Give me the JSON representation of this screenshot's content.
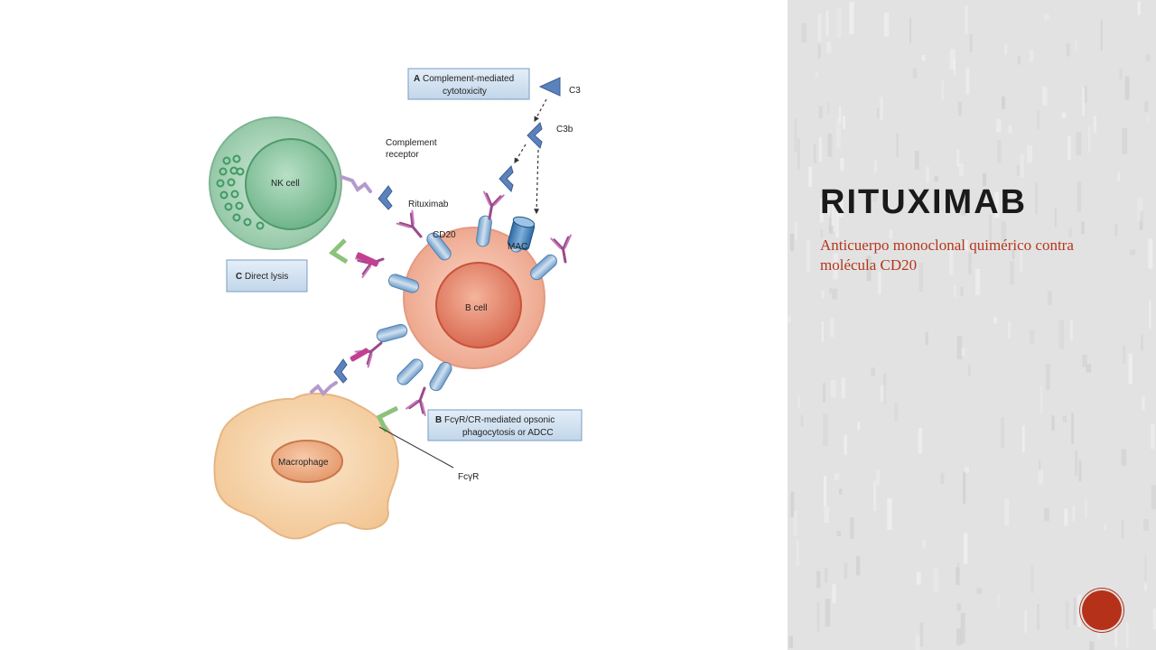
{
  "slide": {
    "title": "Rituximab",
    "subtitle": "Anticuerpo monoclonal quimérico contra molécula CD20"
  },
  "diagram": {
    "box_a": {
      "letter": "A",
      "line1": "Complement-mediated",
      "line2": "cytotoxicity"
    },
    "box_b": {
      "letter": "B",
      "line1": "FcγR/CR-mediated opsonic",
      "line2": "phagocytosis or ADCC"
    },
    "box_c": {
      "letter": "C",
      "line1": "Direct lysis"
    },
    "labels": {
      "c3": "C3",
      "c3b": "C3b",
      "complement_receptor_1": "Complement",
      "complement_receptor_2": "receptor",
      "rituximab": "Rituximab",
      "cd20": "CD20",
      "mac": "MAC",
      "nk_cell": "NK cell",
      "b_cell": "B cell",
      "macrophage": "Macrophage",
      "fcgr": "FcγR"
    }
  },
  "colors": {
    "accent": "#b5311a",
    "subtitle": "#b5361b",
    "nk_cell": "#a9d4b8",
    "b_cell": "#f0b8a2",
    "macrophage": "#f7d8b3",
    "antibody": "#9b4a8c",
    "cd20": "#8fb3d6"
  },
  "icons": {
    "nav": "circle-button-icon"
  }
}
